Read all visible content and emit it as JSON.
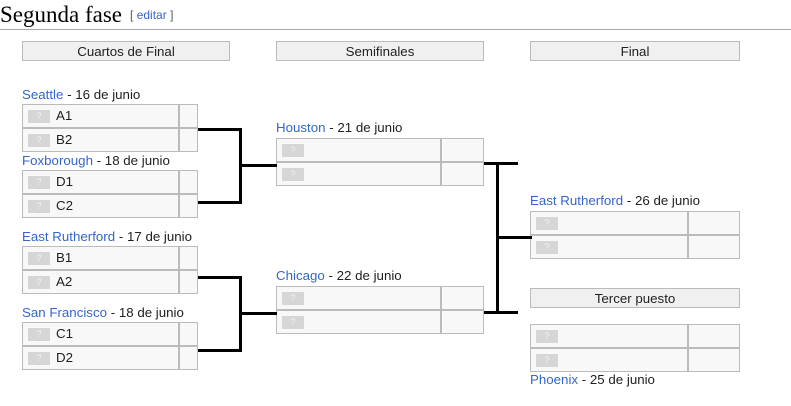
{
  "heading": {
    "title": "Segunda fase",
    "edit_open": "[",
    "edit_label": "editar",
    "edit_close": "]"
  },
  "rounds": [
    {
      "id": "quarterfinals",
      "label": "Cuartos de Final"
    },
    {
      "id": "semifinals",
      "label": "Semifinales"
    },
    {
      "id": "final",
      "label": "Final"
    },
    {
      "id": "third-place",
      "label": "Tercer puesto"
    }
  ],
  "flag_placeholder": "?",
  "separator": " - ",
  "matches": {
    "qf1": {
      "venue": "Seattle",
      "date": "16 de junio",
      "rows": [
        {
          "team": "A1",
          "score": ""
        },
        {
          "team": "B2",
          "score": ""
        }
      ]
    },
    "qf2": {
      "venue": "Foxborough",
      "date": "18 de junio",
      "rows": [
        {
          "team": "D1",
          "score": ""
        },
        {
          "team": "C2",
          "score": ""
        }
      ]
    },
    "qf3": {
      "venue": "East Rutherford",
      "date": "17 de junio",
      "rows": [
        {
          "team": "B1",
          "score": ""
        },
        {
          "team": "A2",
          "score": ""
        }
      ]
    },
    "qf4": {
      "venue": "San Francisco",
      "date": "18 de junio",
      "rows": [
        {
          "team": "C1",
          "score": ""
        },
        {
          "team": "D2",
          "score": ""
        }
      ]
    },
    "sf1": {
      "venue": "Houston",
      "date": "21 de junio",
      "rows": [
        {
          "team": "",
          "score": ""
        },
        {
          "team": "",
          "score": ""
        }
      ]
    },
    "sf2": {
      "venue": "Chicago",
      "date": "22 de junio",
      "rows": [
        {
          "team": "",
          "score": ""
        },
        {
          "team": "",
          "score": ""
        }
      ]
    },
    "final": {
      "venue": "East Rutherford",
      "date": "26 de junio",
      "rows": [
        {
          "team": "",
          "score": ""
        },
        {
          "team": "",
          "score": ""
        }
      ]
    },
    "third": {
      "venue": "Phoenix",
      "date": "25 de junio",
      "rows": [
        {
          "team": "",
          "score": ""
        },
        {
          "team": "",
          "score": ""
        }
      ]
    }
  },
  "colors": {
    "link": "#3366cc",
    "header_bg": "#f0f0f0",
    "row_bg": "#f8f8f8",
    "border": "#bbbbbb",
    "connector": "#000000",
    "text": "#202122"
  }
}
